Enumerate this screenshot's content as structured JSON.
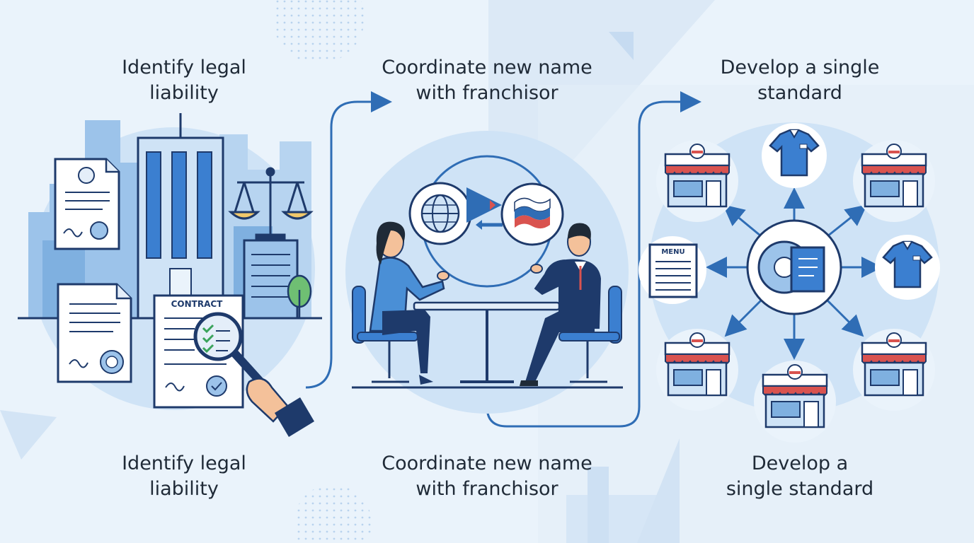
{
  "steps": [
    {
      "title_lines": [
        "Identify legal",
        "liability"
      ],
      "caption_lines": [
        "Identify legal",
        "liability"
      ],
      "document_label": "CONTRACT"
    },
    {
      "title_lines": [
        "Coordinate new name",
        "with franchisor"
      ],
      "caption_lines": [
        "Coordinate new name",
        "with franchisor"
      ]
    },
    {
      "title_lines": [
        "Develop a single",
        "standard"
      ],
      "caption_lines": [
        "Develop a",
        "single standard"
      ],
      "menu_label": "MENU"
    }
  ],
  "colors": {
    "background": "#eaf3fb",
    "accent_blue": "#2f6db5",
    "dark_navy": "#1e3a6b",
    "light_blue": "#cfe3f6",
    "red": "#d9534f",
    "text": "#1f2a37"
  }
}
